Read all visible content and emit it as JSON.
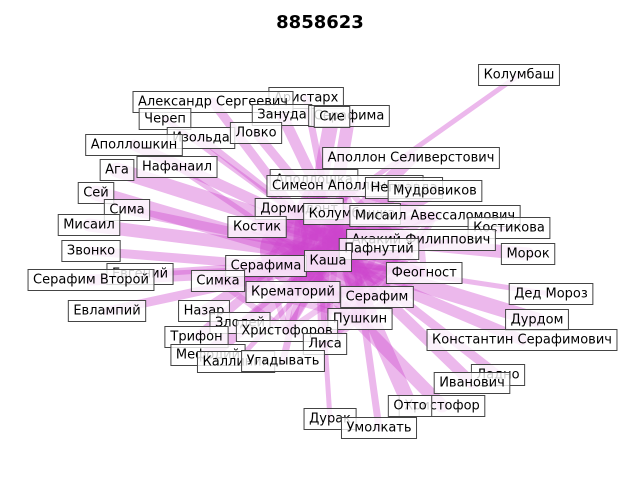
{
  "title": "8858623",
  "colors": {
    "edge": "#cc44cc",
    "node_fill": "#ffffff",
    "node_border": "#444444"
  },
  "nodes": [
    {
      "id": "n1",
      "label": "Колумбаш"
    },
    {
      "id": "n2",
      "label": "Аристарх"
    },
    {
      "id": "n3",
      "label": "Александр Сергеевич"
    },
    {
      "id": "n4",
      "label": "Зануда"
    },
    {
      "id": "n5",
      "label": "Серафима"
    },
    {
      "id": "n6",
      "label": "Сие"
    },
    {
      "id": "n7",
      "label": "Череп"
    },
    {
      "id": "n8",
      "label": "Изольда"
    },
    {
      "id": "n9",
      "label": "Ловко"
    },
    {
      "id": "n10",
      "label": "Аполлошкин"
    },
    {
      "id": "n11",
      "label": "Аполлон Селиверстович"
    },
    {
      "id": "n12",
      "label": "Ага"
    },
    {
      "id": "n13",
      "label": "Нафанаил"
    },
    {
      "id": "n14",
      "label": "Аполлошка"
    },
    {
      "id": "n15",
      "label": "Симеон Аполлонович"
    },
    {
      "id": "n16",
      "label": "Неправда"
    },
    {
      "id": "n17",
      "label": "Мудровиков"
    },
    {
      "id": "n18",
      "label": "Сей"
    },
    {
      "id": "n19",
      "label": "Дормидонт"
    },
    {
      "id": "n20",
      "label": "Колумбашка"
    },
    {
      "id": "n21",
      "label": "Сима"
    },
    {
      "id": "n22",
      "label": "Мисаил Авессаломович"
    },
    {
      "id": "n23",
      "label": "Мисаил"
    },
    {
      "id": "n24",
      "label": "Костик"
    },
    {
      "id": "n25",
      "label": "Костикова"
    },
    {
      "id": "n26",
      "label": "Акакий Филиппович"
    },
    {
      "id": "n27",
      "label": "Звонко"
    },
    {
      "id": "n28",
      "label": "Пафнутий"
    },
    {
      "id": "n29",
      "label": "Морок"
    },
    {
      "id": "n30",
      "label": "Серафима"
    },
    {
      "id": "n31",
      "label": "Каша"
    },
    {
      "id": "n32",
      "label": "Евгений"
    },
    {
      "id": "n33",
      "label": "Феогност"
    },
    {
      "id": "n34",
      "label": "Серафим Второй"
    },
    {
      "id": "n35",
      "label": "Симка"
    },
    {
      "id": "n36",
      "label": "Крематорий"
    },
    {
      "id": "n37",
      "label": "Дед Мороз"
    },
    {
      "id": "n38",
      "label": "Серафим"
    },
    {
      "id": "n39",
      "label": "Евлампий"
    },
    {
      "id": "n40",
      "label": "Назар"
    },
    {
      "id": "n41",
      "label": "Пушкин"
    },
    {
      "id": "n42",
      "label": "Дурдом"
    },
    {
      "id": "n43",
      "label": "Злодей"
    },
    {
      "id": "n44",
      "label": "Христофоров"
    },
    {
      "id": "n45",
      "label": "Трифон"
    },
    {
      "id": "n46",
      "label": "Константин Серафимович"
    },
    {
      "id": "n47",
      "label": "Лиса"
    },
    {
      "id": "n48",
      "label": "Мефодий"
    },
    {
      "id": "n49",
      "label": "Каллиник"
    },
    {
      "id": "n50",
      "label": "Угадывать"
    },
    {
      "id": "n51",
      "label": "Ладно"
    },
    {
      "id": "n52",
      "label": "Иванович"
    },
    {
      "id": "n53",
      "label": "Христофор"
    },
    {
      "id": "n54",
      "label": "Отто"
    },
    {
      "id": "n55",
      "label": "Дурак"
    },
    {
      "id": "n56",
      "label": "Умолкать"
    }
  ]
}
